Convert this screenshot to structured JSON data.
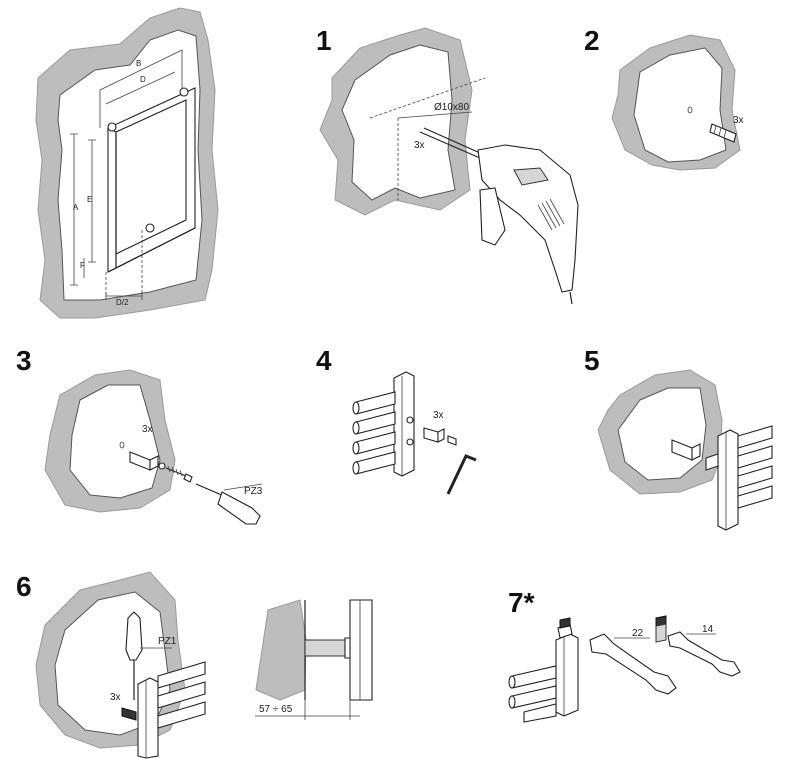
{
  "steps": {
    "s1": "1",
    "s2": "2",
    "s3": "3",
    "s4": "4",
    "s5": "5",
    "s6": "6",
    "s7": "7*"
  },
  "dimensions": {
    "a": "A",
    "b": "B",
    "d": "D",
    "e": "E",
    "f": "F",
    "d_half": "D/2"
  },
  "step1": {
    "drill_size": "Ø10x80",
    "qty": "3x"
  },
  "step2": {
    "qty": "3x"
  },
  "step3": {
    "qty": "3x",
    "screwdriver": "PZ3"
  },
  "step4": {
    "qty": "3x"
  },
  "step6": {
    "qty": "3x",
    "screwdriver": "PZ1",
    "distance": "57 ÷ 65"
  },
  "step7": {
    "wrench_large": "22",
    "wrench_small": "14"
  }
}
